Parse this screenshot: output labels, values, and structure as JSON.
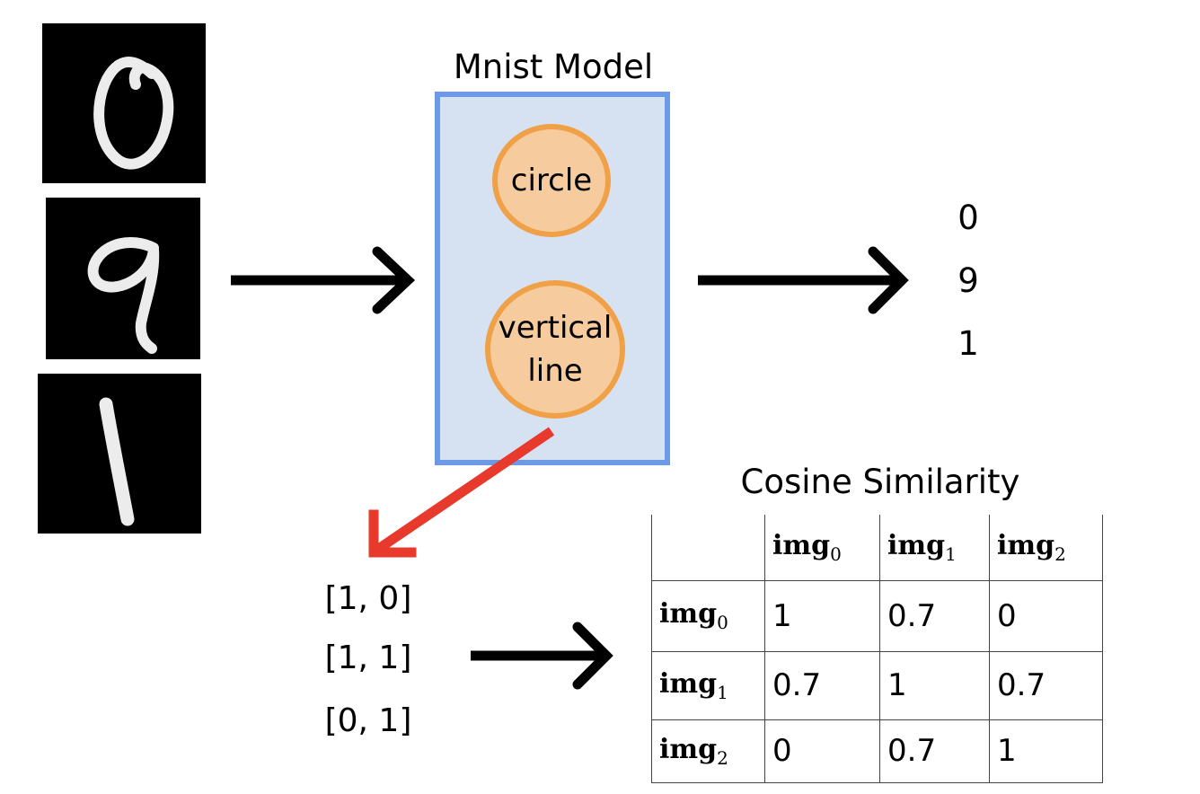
{
  "input_images": [
    {
      "digit": "0"
    },
    {
      "digit": "9"
    },
    {
      "digit": "1"
    }
  ],
  "model": {
    "title": "Mnist Model",
    "concepts": [
      "circle",
      "vertical line"
    ]
  },
  "outputs": [
    "0",
    "9",
    "1"
  ],
  "concept_vectors": [
    "[1, 0]",
    "[1, 1]",
    "[0, 1]"
  ],
  "similarity": {
    "title": "Cosine Similarity",
    "label_base": "img",
    "indices": [
      "0",
      "1",
      "2"
    ],
    "rows": [
      [
        "1",
        "0.7",
        "0"
      ],
      [
        "0.7",
        "1",
        "0.7"
      ],
      [
        "0",
        "0.7",
        "1"
      ]
    ]
  },
  "colors": {
    "model_fill": "#d6e2f1",
    "model_border": "#6d9ae6",
    "node_fill": "#f6cc9f",
    "node_border": "#f0a046",
    "concept_arrow": "#e8392d",
    "arrows": "#000000"
  }
}
